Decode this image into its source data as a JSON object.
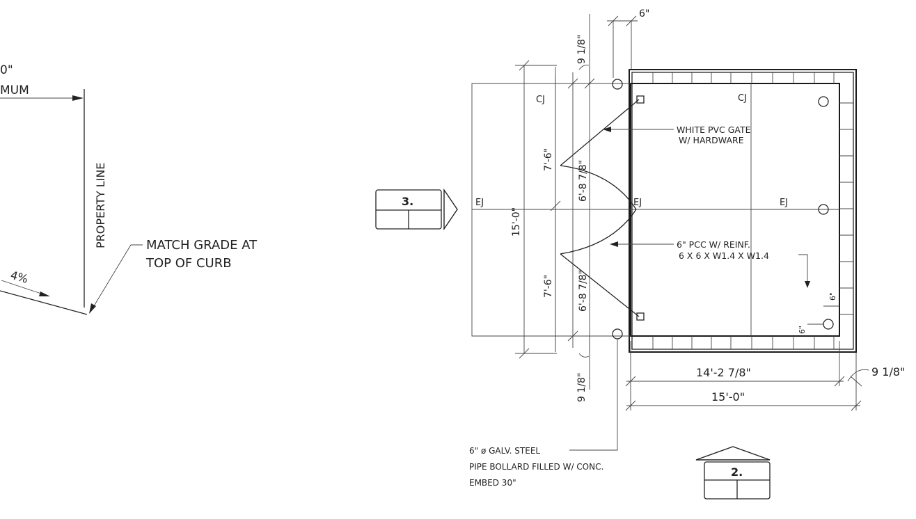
{
  "left_detail": {
    "dim_value": "0\"",
    "min_label": "MUM",
    "property_line": "PROPERTY LINE",
    "match_grade_line1": "MATCH GRADE AT",
    "match_grade_line2": "TOP OF CURB",
    "slope": "4%"
  },
  "plan": {
    "cj_left": "CJ",
    "cj_right": "CJ",
    "ej_left": "EJ",
    "ej_center": "EJ",
    "ej_right": "EJ",
    "gate_note_line1": "WHITE PVC GATE",
    "gate_note_line2": "W/ HARDWARE",
    "pcc_note_line1": "6\" PCC W/ REINF.",
    "pcc_note_line2": "6 X 6 X W1.4 X W1.4",
    "dim_top_9_1_8": "9 1/8\"",
    "dim_top_6": "6\"",
    "dim_bottom_9_1_8": "9 1/8\"",
    "dim_right_9_1_8": "9 1/8\"",
    "dim_15_0_vertical": "15'-0\"",
    "dim_7_6_upper": "7'-6\"",
    "dim_7_6_lower": "7'-6\"",
    "dim_6_8_7_8_upper": "6'-8 7/8\"",
    "dim_6_8_7_8_lower": "6'-8 7/8\"",
    "dim_14_2_7_8": "14'-2 7/8\"",
    "dim_15_0_horizontal": "15'-0\"",
    "dim_corner_6_a": "6\"",
    "dim_corner_6_b": "6\"",
    "bollard_line1": "6\" ø GALV. STEEL",
    "bollard_line2": "PIPE BOLLARD FILLED W/ CONC.",
    "bollard_line3": "EMBED 30\""
  },
  "callouts": {
    "elevation_3": "3.",
    "elevation_2": "2."
  }
}
